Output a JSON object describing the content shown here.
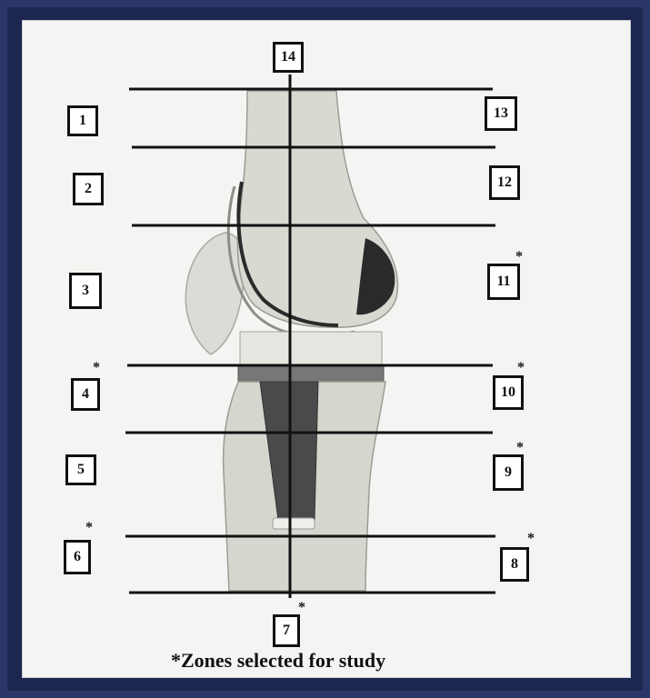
{
  "zones": [
    {
      "id": "1",
      "selected": false
    },
    {
      "id": "2",
      "selected": false
    },
    {
      "id": "3",
      "selected": false
    },
    {
      "id": "4",
      "selected": true
    },
    {
      "id": "5",
      "selected": false
    },
    {
      "id": "6",
      "selected": true
    },
    {
      "id": "7",
      "selected": true
    },
    {
      "id": "8",
      "selected": true
    },
    {
      "id": "9",
      "selected": true
    },
    {
      "id": "10",
      "selected": true
    },
    {
      "id": "11",
      "selected": true
    },
    {
      "id": "12",
      "selected": false
    },
    {
      "id": "13",
      "selected": false
    },
    {
      "id": "14",
      "selected": false
    }
  ],
  "star_symbol": "*",
  "caption": "*Zones selected for study",
  "colors": {
    "frame": "#1c2750",
    "panel": "#f4f5f2",
    "line": "#111111",
    "prosthesis": "#555555"
  }
}
